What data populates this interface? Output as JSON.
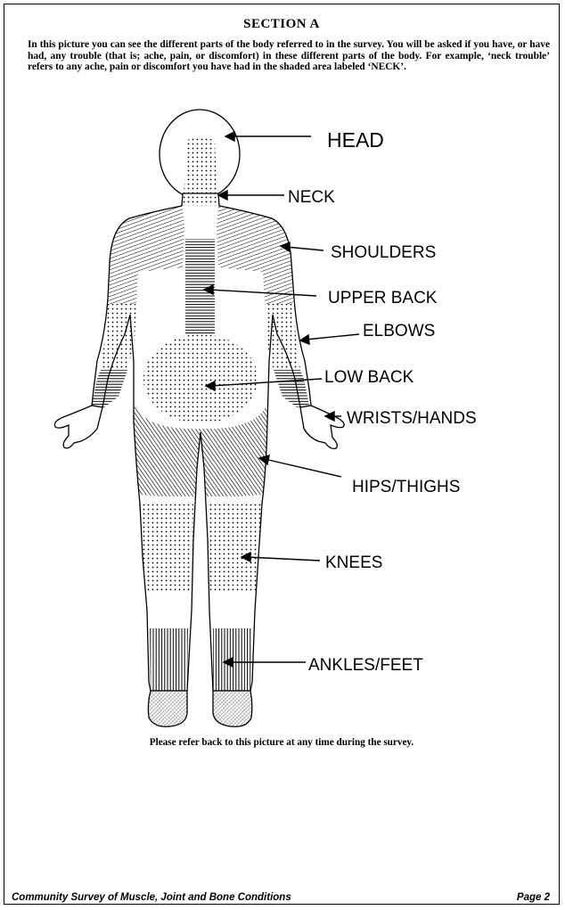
{
  "section_title": "SECTION A",
  "intro_text": "In this picture you can see the different parts of the body referred to in the survey. You will be asked if you have, or have had, any trouble (that is; ache, pain, or discomfort) in these different parts of the body. For example, ‘neck trouble’ refers to any ache, pain or discomfort you have had in the shaded area labeled ‘NECK’.",
  "body_figure": {
    "labels": {
      "head": "HEAD",
      "neck": "NECK",
      "shoulders": "SHOULDERS",
      "upper_back": "UPPER BACK",
      "elbows": "ELBOWS",
      "low_back": "LOW BACK",
      "wrists_hands": "WRISTS/HANDS",
      "hips_thighs": "HIPS/THIGHS",
      "knees": "KNEES",
      "ankles_feet": "ANKLES/FEET"
    }
  },
  "refer_note": "Please refer back to this picture at any time during the survey.",
  "footer": {
    "survey_name": "Community Survey of Muscle, Joint and Bone Conditions",
    "page_label": "Page 2"
  }
}
